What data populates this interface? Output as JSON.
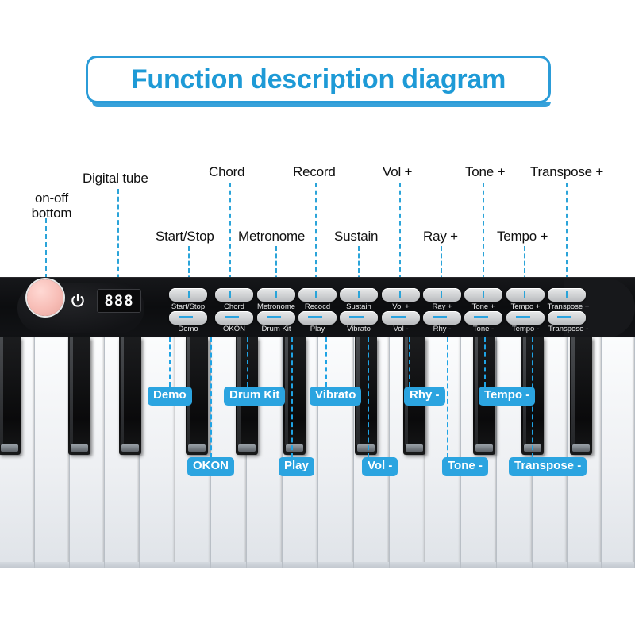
{
  "title": {
    "text": "Function description diagram",
    "accent": "#1e9ad6"
  },
  "top_callouts": [
    {
      "label": "on-off\nbottom",
      "line1": "on-off",
      "line2": "bottom"
    },
    {
      "label": "Digital tube"
    },
    {
      "label": "Start/Stop"
    },
    {
      "label": "Chord"
    },
    {
      "label": "Metronome"
    },
    {
      "label": "Record"
    },
    {
      "label": "Sustain"
    },
    {
      "label": "Vol +"
    },
    {
      "label": "Ray +"
    },
    {
      "label": "Tone +"
    },
    {
      "label": "Tempo +"
    },
    {
      "label": "Transpose +"
    }
  ],
  "panel": {
    "power_button": "power-button",
    "power_icon": "power-icon",
    "display_value": "888",
    "buttons_top": [
      {
        "label": "Start/Stop"
      },
      {
        "label": "Chord"
      },
      {
        "label": "Metronome"
      },
      {
        "label": "Recocd"
      },
      {
        "label": "Sustain"
      },
      {
        "label": "Vol +"
      },
      {
        "label": "Ray +"
      },
      {
        "label": "Tone +"
      },
      {
        "label": "Tempo +"
      },
      {
        "label": "Transpose +"
      }
    ],
    "buttons_bottom": [
      {
        "label": "Demo"
      },
      {
        "label": "OKON"
      },
      {
        "label": "Drum Kit"
      },
      {
        "label": "Play"
      },
      {
        "label": "Vibrato"
      },
      {
        "label": "Vol -"
      },
      {
        "label": "Rhy -"
      },
      {
        "label": "Tone -"
      },
      {
        "label": "Tempo -"
      },
      {
        "label": "Transpose -"
      }
    ]
  },
  "key_badges_upper": [
    {
      "label": "Demo"
    },
    {
      "label": "Drum Kit"
    },
    {
      "label": "Vibrato"
    },
    {
      "label": "Rhy -"
    },
    {
      "label": "Tempo -"
    }
  ],
  "key_badges_lower": [
    {
      "label": "OKON"
    },
    {
      "label": "Play"
    },
    {
      "label": "Vol -"
    },
    {
      "label": "Tone -"
    },
    {
      "label": "Transpose -"
    }
  ],
  "colors": {
    "accent_blue": "#2ba4e0",
    "title_blue": "#1e9ad6",
    "panel_black": "#111214",
    "power_pink": "#f7bdb6",
    "white_key": "#eef0f3",
    "black_key": "#0a0a0b"
  }
}
